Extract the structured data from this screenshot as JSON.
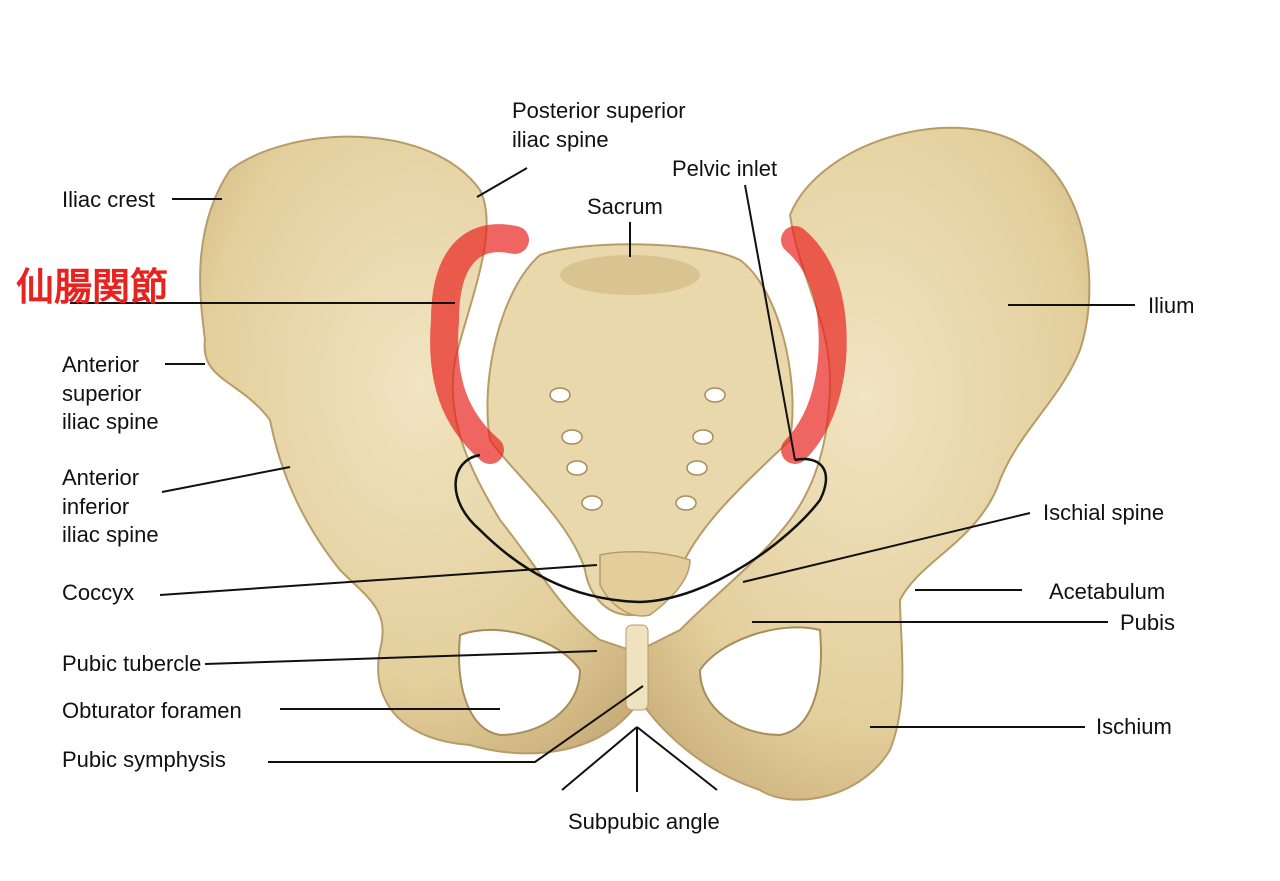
{
  "labels": {
    "psis": [
      "Posterior superior",
      "iliac spine"
    ],
    "pelvic_inlet": "Pelvic inlet",
    "iliac_crest": "Iliac crest",
    "sacrum": "Sacrum",
    "sacroiliac_joint_jp": "仙腸関節",
    "ilium": "Ilium",
    "asis": [
      "Anterior",
      "superior",
      "iliac spine"
    ],
    "aiis": [
      "Anterior",
      "inferior",
      "iliac spine"
    ],
    "ischial_spine": "Ischial spine",
    "coccyx": "Coccyx",
    "acetabulum": "Acetabulum",
    "pubis": "Pubis",
    "pubic_tubercle": "Pubic tubercle",
    "obturator_foramen": "Obturator foramen",
    "ischium": "Ischium",
    "pubic_symphysis": "Pubic symphysis",
    "subpubic_angle": "Subpubic angle"
  },
  "colors": {
    "bone": "#e6d3a3",
    "bone_shade": "#c8b07e",
    "highlight": "#e8231f"
  }
}
